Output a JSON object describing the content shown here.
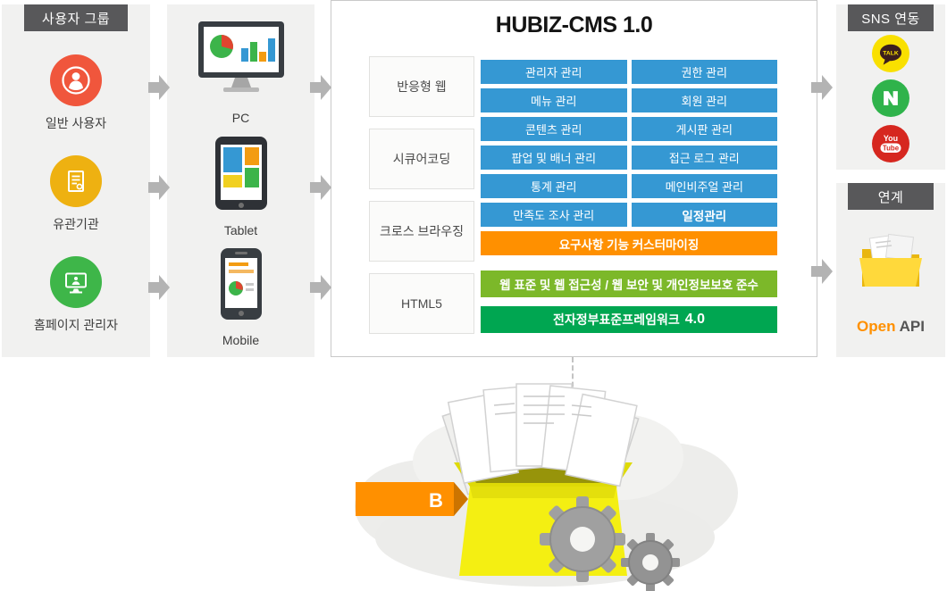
{
  "user_group": {
    "title": "사용자 그룹",
    "items": [
      {
        "label": "일반 사용자",
        "icon": "person-icon",
        "color": "#f0563c"
      },
      {
        "label": "유관기관",
        "icon": "document-icon",
        "color": "#eeb111"
      },
      {
        "label": "홈페이지 관리자",
        "icon": "monitor-admin-icon",
        "color": "#3eb649"
      }
    ]
  },
  "devices": {
    "items": [
      {
        "label": "PC",
        "icon": "pc-icon"
      },
      {
        "label": "Tablet",
        "icon": "tablet-icon"
      },
      {
        "label": "Mobile",
        "icon": "mobile-icon"
      }
    ]
  },
  "cms": {
    "title": "HUBIZ-CMS 1.0",
    "features": [
      "반응형 웹",
      "시큐어코딩",
      "크로스 브라우징",
      "HTML5"
    ],
    "modules": [
      "관리자 관리",
      "권한 관리",
      "메뉴 관리",
      "회원 관리",
      "콘텐츠 관리",
      "게시판 관리",
      "팝업 및 배너 관리",
      "접근 로그 관리",
      "통계 관리",
      "메인비주얼 관리",
      "만족도 조사 관리",
      "일정관리"
    ],
    "customizing": "요구사항 기능 커스터마이징",
    "standards": "웹 표준 및 웹 접근성 / 웹 보안 및 개인정보보호 준수",
    "framework": "전자정부표준프레임워크",
    "framework_version": "4.0"
  },
  "sns": {
    "title": "SNS 연동",
    "kakao_label": "TALK",
    "naver_label": "N",
    "youtube_top": "You",
    "youtube_bottom": "Tube"
  },
  "link": {
    "title": "연계",
    "open": "Open",
    "api": "API"
  },
  "illustration": {
    "ribbon_label": "B"
  },
  "colors": {
    "module_blue": "#3598d3",
    "customizing_orange": "#ff9000",
    "standards_green": "#7cb829",
    "framework_green": "#00a651",
    "panel_header_gray": "#58585a",
    "panel_bg": "#f1f1f0",
    "arrow_gray": "#b3b3b3",
    "user_orange": "#f0563c",
    "user_yellow": "#eeb111",
    "user_green": "#3eb649",
    "kakao_yellow": "#f9e000",
    "naver_green": "#2fb34b",
    "youtube_red": "#d6271f",
    "box_yellow": "#f4ef12"
  }
}
